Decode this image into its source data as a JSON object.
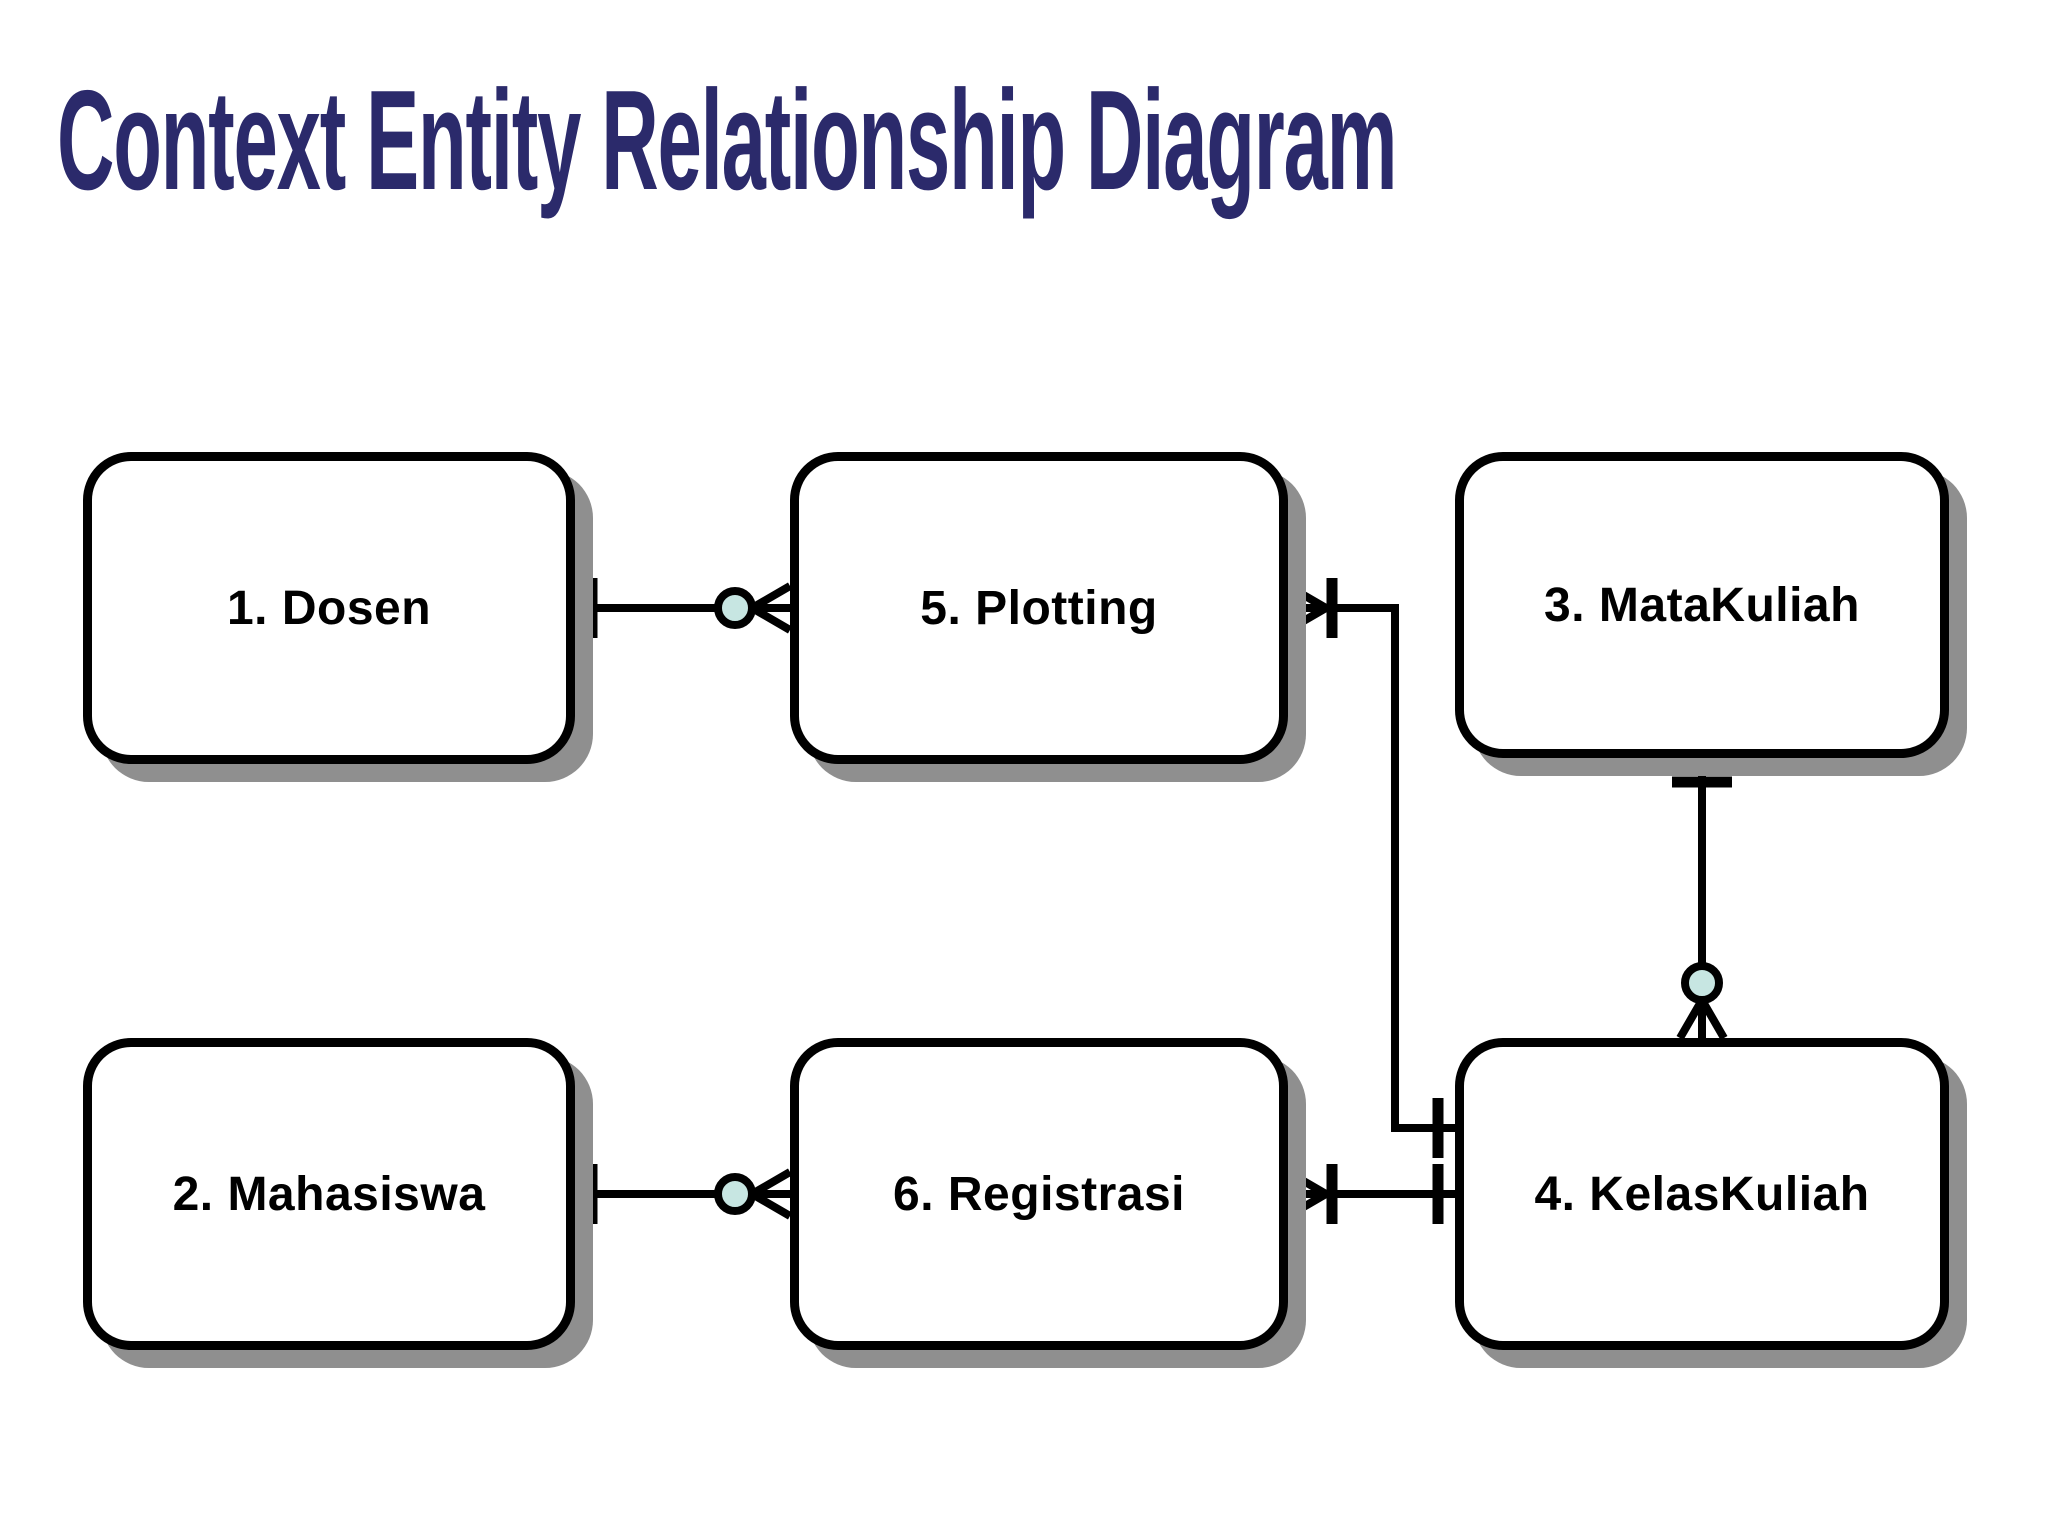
{
  "title": {
    "text": "Context Entity Relationship Diagram"
  },
  "entities": [
    {
      "id": "dosen",
      "label": "1. Dosen"
    },
    {
      "id": "mahasiswa",
      "label": "2. Mahasiswa"
    },
    {
      "id": "matakuliah",
      "label": "3. MataKuliah"
    },
    {
      "id": "kelaskuliah",
      "label": "4. KelasKuliah"
    },
    {
      "id": "plotting",
      "label": "5. Plotting"
    },
    {
      "id": "registrasi",
      "label": "6. Registrasi"
    }
  ],
  "relationships": [
    {
      "from": "1. Dosen",
      "to": "5. Plotting",
      "from_end": "one",
      "to_end": "zero-or-many"
    },
    {
      "from": "2. Mahasiswa",
      "to": "6. Registrasi",
      "from_end": "one",
      "to_end": "zero-or-many"
    },
    {
      "from": "5. Plotting",
      "to": "4. KelasKuliah",
      "from_end": "one-or-many",
      "to_end": "one"
    },
    {
      "from": "6. Registrasi",
      "to": "4. KelasKuliah",
      "from_end": "one-or-many",
      "to_end": "one"
    },
    {
      "from": "3. MataKuliah",
      "to": "4. KelasKuliah",
      "from_end": "one",
      "to_end": "zero-or-many"
    }
  ],
  "colors": {
    "title": "#2b2a6b",
    "line": "#000000",
    "label": "#000000",
    "entity_fill": "#ffffff",
    "shadow": "#8f8f8f",
    "circle_fill": "#c7e6e2",
    "background": "#ffffff"
  }
}
